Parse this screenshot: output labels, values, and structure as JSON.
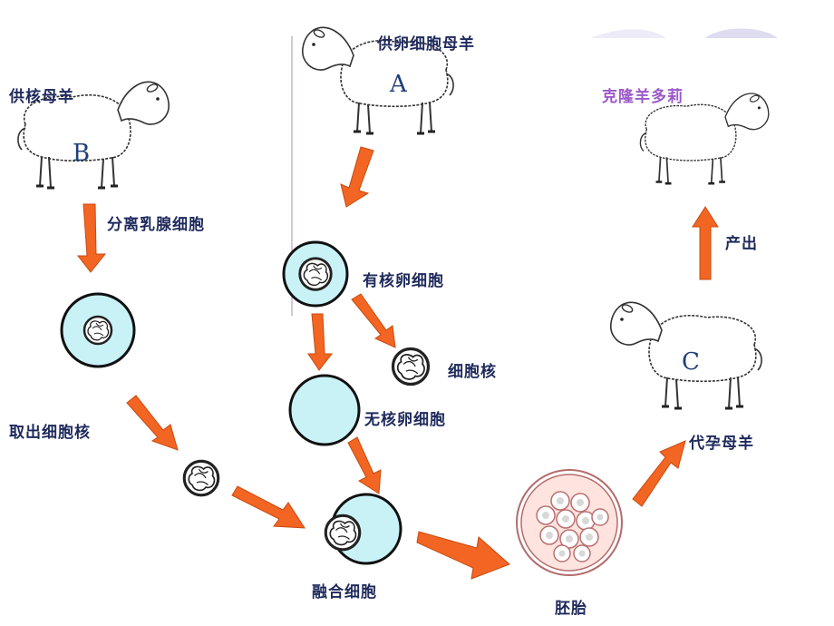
{
  "colors": {
    "arrow": "#f26522",
    "cell_fill": "#c9f2f7",
    "label_text": "#1f2a5c",
    "accent_purple": "#9b59c9",
    "letter": "#1f3f7a",
    "embryo_fill": "#ffe3df"
  },
  "labels": {
    "donor_nucleus_sheep": "供核母羊",
    "donor_egg_sheep": "供卵细胞母羊",
    "clone_dolly": "克隆羊多莉",
    "separate_mammary": "分离乳腺细胞",
    "nucleated_egg": "有核卵细胞",
    "nucleus": "细胞核",
    "enucleated_egg": "无核卵细胞",
    "extract_nucleus": "取出细胞核",
    "fused_cell": "融合细胞",
    "embryo": "胚胎",
    "surrogate": "代孕母羊",
    "birth": "产出"
  },
  "letters": {
    "a": "A",
    "b": "B",
    "c": "C"
  },
  "icons": {
    "sheep": "sheep-icon",
    "arrow": "orange-arrow-icon",
    "cell": "cell-icon",
    "nucleus": "nucleus-icon",
    "embryo": "embryo-icon"
  }
}
